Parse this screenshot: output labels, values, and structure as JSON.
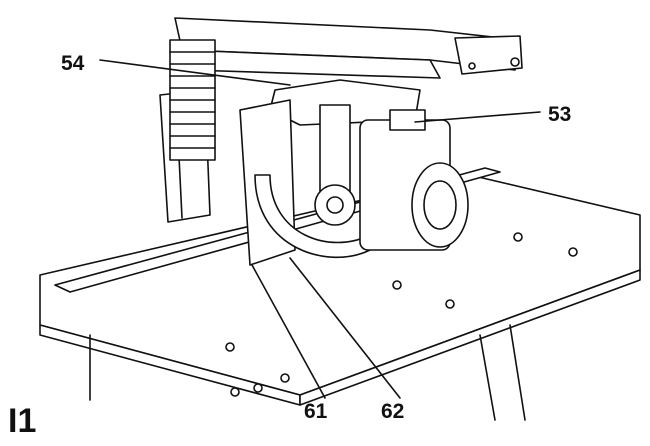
{
  "callouts": {
    "c54": "54",
    "c53": "53",
    "c61": "61",
    "c62": "62"
  },
  "figure_label": "I1",
  "colors": {
    "ink": "#111111",
    "paper": "#ffffff"
  }
}
